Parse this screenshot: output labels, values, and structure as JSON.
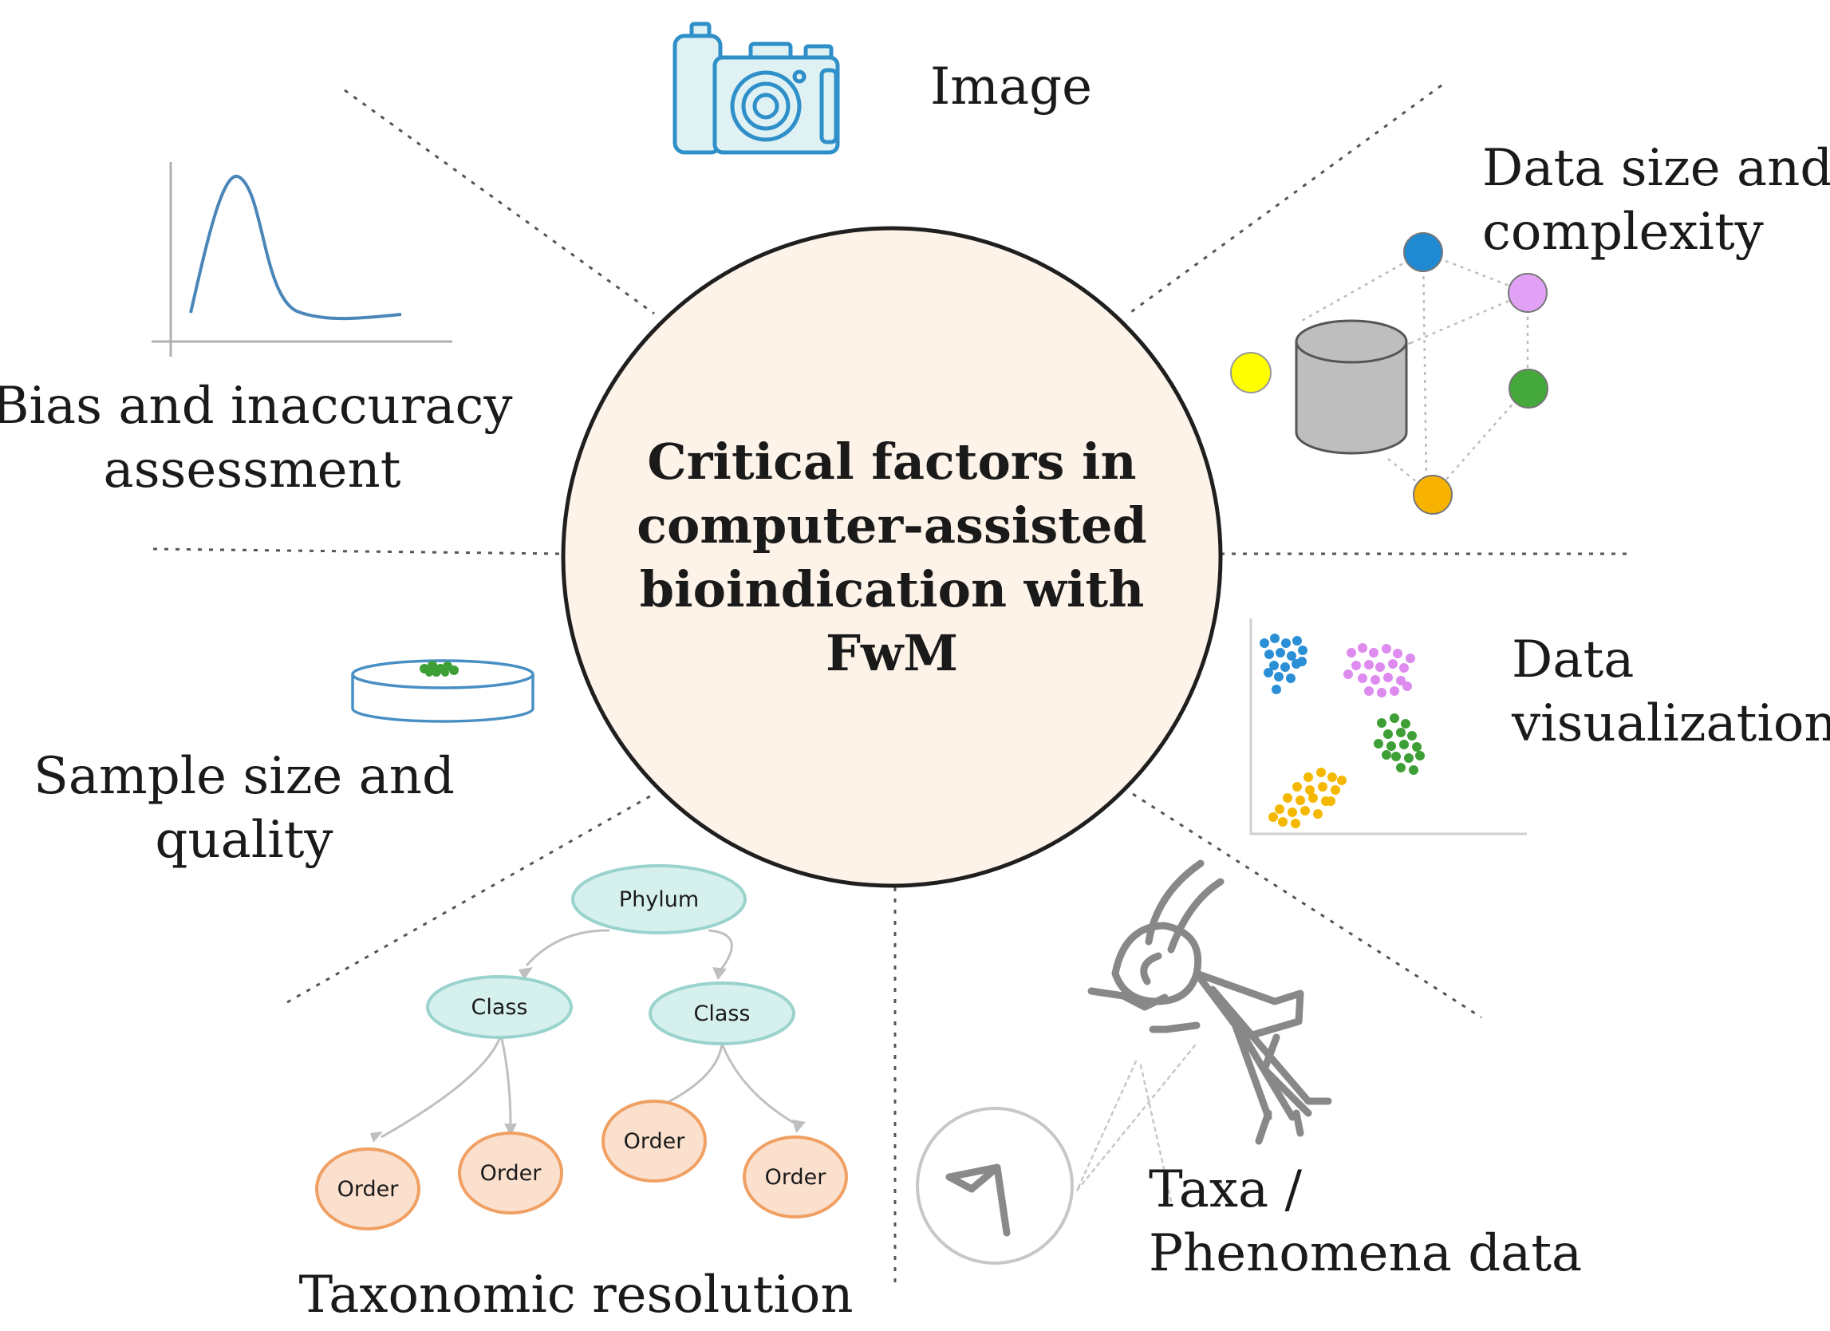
{
  "center": {
    "title_lines": [
      "Critical factors in",
      "computer-assisted",
      "bioindication with",
      "FwM"
    ]
  },
  "factors": {
    "image": {
      "label": "Image",
      "icon": "camera-icon"
    },
    "data_size": {
      "label_lines": [
        "Data size and",
        "complexity"
      ],
      "icon": "database-network-icon"
    },
    "data_visualization": {
      "label_lines": [
        "Data",
        "visualization"
      ],
      "icon": "scatter-clusters-icon"
    },
    "taxa": {
      "label_lines": [
        "Taxa /",
        "Phenomena data"
      ],
      "icon": "grasshopper-icon"
    },
    "taxonomic": {
      "label": "Taxonomic resolution",
      "icon": "taxonomy-tree-icon"
    },
    "sample": {
      "label_lines": [
        "Sample size and",
        "quality"
      ],
      "icon": "petri-dish-icon"
    },
    "bias": {
      "label_lines": [
        "Bias and inaccuracy",
        "assessment"
      ],
      "icon": "skewed-curve-icon"
    }
  },
  "tree": {
    "root": "Phylum",
    "classes": [
      "Class",
      "Class"
    ],
    "orders": [
      "Order",
      "Order",
      "Order",
      "Order"
    ]
  },
  "colors": {
    "center_fill": "#fdf3e8",
    "camera": "#2e8fc9",
    "camera_fill": "#dff1f3",
    "curve": "#4b86b9",
    "node_teal": "#d6f0ee",
    "node_teal_stroke": "#9ad3cd",
    "node_orange": "#fbe0ce",
    "node_orange_stroke": "#f0a063",
    "cluster_blue": "#2b8fd6",
    "cluster_violet": "#dd8bee",
    "cluster_green": "#3e9f37",
    "cluster_yellow": "#f5b800",
    "yellow_dot": "#ffff00",
    "purple_dot": "#e1a2f5",
    "green_dot": "#44a83a",
    "orange_dot": "#f7b300",
    "petri_dish": "#4a8fc4",
    "grasshopper": "#888888"
  }
}
